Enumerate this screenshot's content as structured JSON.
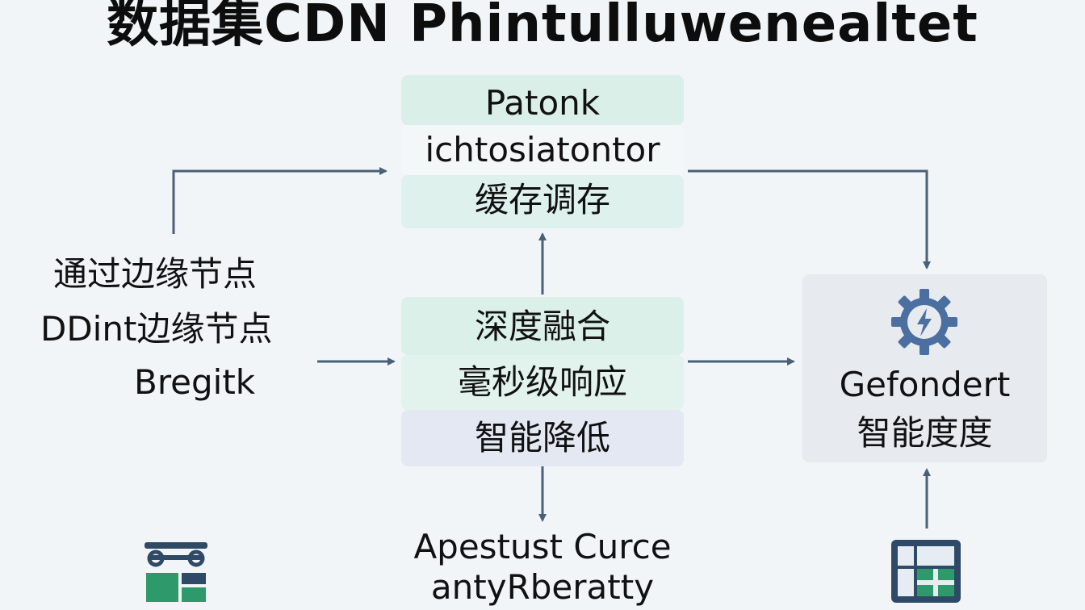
{
  "diagram": {
    "title": "数据集CDN Phintulluwenealtet",
    "left_labels": [
      "通过边缘节点",
      "DDint边缘节点",
      "Bregitk"
    ],
    "top_box_lines": [
      "Patonk",
      "ichtosiatontor",
      "缓存调存"
    ],
    "middle_box_lines": [
      "深度融合",
      "毫秒级响应",
      "智能降低"
    ],
    "right_box_lines": [
      "Gefondert",
      "智能度度"
    ],
    "bottom_center_lines": [
      "Apestust Curce",
      "antyRberatty"
    ],
    "icons": {
      "bottom_left": "network-tree-icon",
      "bottom_right": "grid-table-icon",
      "right_box": "gear-lightning-icon"
    },
    "colors": {
      "background": "#f2f5f7",
      "box_green": "#dff1ec",
      "box_lavender": "#e6e9f3",
      "box_gray": "#e8ecf0",
      "arrow": "#4a6078",
      "icon_green": "#2e9a6b",
      "icon_blue": "#4a6fa0",
      "icon_dark": "#2f4a66"
    }
  }
}
